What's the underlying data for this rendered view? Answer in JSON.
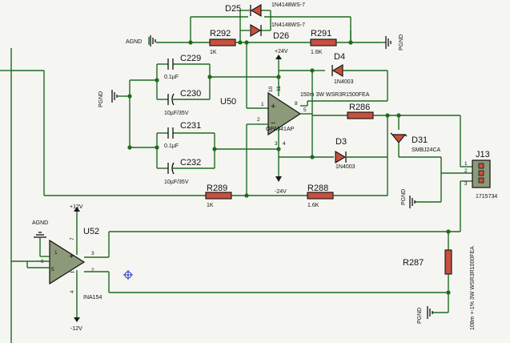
{
  "labels": {
    "d25": "D25",
    "d25_part": "1N4148WS-7",
    "d26": "D26",
    "d26_part": "1N4148WS-7",
    "agnd_top": "AGND",
    "r292": "R292",
    "r292_val": "1K",
    "r291": "R291",
    "r291_val": "1.6K",
    "pgnd_top": "PGND",
    "c229": "C229",
    "c229_val": "0.1µF",
    "c230": "C230",
    "c230_val": "10µF/35V",
    "c231": "C231",
    "c231_val": "0.1µF",
    "c232": "C232",
    "c232_val": "10µF/35V",
    "pgnd_left": "PGND",
    "vpos24": "+24V",
    "vneg24": "-24V",
    "d4": "D4",
    "d4_part": "1N4003",
    "d3": "D3",
    "d3_part": "1N4003",
    "u50": "U50",
    "u50_part": "OPA541AP",
    "r286": "R286",
    "r286_note": "150m 3W WSR3R1500FEA",
    "d31": "D31",
    "d31_part": "SMBJ24CA",
    "j13": "J13",
    "j13_part": "1715734",
    "pgnd_j13": "PGND",
    "r289": "R289",
    "r289_val": "1K",
    "r288": "R288",
    "r288_val": "1.6K",
    "vpos12": "+12V",
    "vneg12": "-12V",
    "agnd_u52": "AGND",
    "u52": "U52",
    "u52_part": "INA154",
    "r287": "R287",
    "r287_note": "108m +-1% 3W WSR3R1000FEA",
    "pgnd_bottom": "PGND"
  },
  "pins": {
    "u50_in_pos": "1",
    "u50_in_neg": "2",
    "u50_out": "5",
    "u50_p8": "8",
    "u50_p10": "10",
    "u50_p11": "11",
    "u50_p3": "3",
    "u50_p4": "4",
    "j13_p1": "1",
    "j13_p2": "2",
    "j13_p3": "3",
    "u52_p1": "1",
    "u52_p3": "3",
    "u52_p2": "2",
    "u52_p5": "5",
    "u52_p6": "6",
    "u52_p7": "7",
    "u52_p4": "4"
  },
  "signs": {
    "plus": "+",
    "minus": "−"
  }
}
